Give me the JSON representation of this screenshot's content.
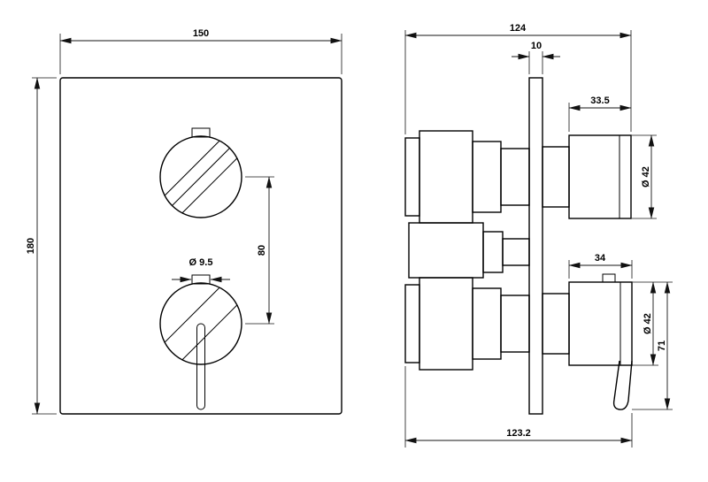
{
  "drawing": {
    "type": "technical-dimension-drawing",
    "subject": "thermostatic shower mixer trim — front and side views",
    "line_color": "#000000",
    "background_color": "#ffffff"
  },
  "front_view": {
    "plate_width_mm": "150",
    "plate_height_mm": "180",
    "handle_center_distance_mm": "80",
    "pin_diameter_mm": "Ø 9.5"
  },
  "side_view": {
    "total_depth_mm": "124",
    "plate_thickness_mm": "10",
    "top_handle_depth_mm": "33.5",
    "top_handle_diameter_mm": "Ø 42",
    "bottom_handle_depth_mm": "34",
    "bottom_handle_diameter_mm": "Ø 42",
    "lever_drop_mm": "71",
    "rough_in_depth_mm": "123.2"
  }
}
